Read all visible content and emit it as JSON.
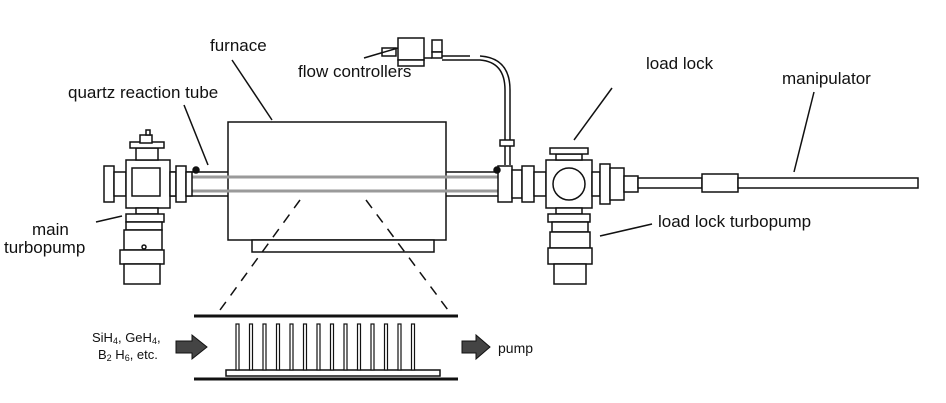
{
  "labels": {
    "furnace": "furnace",
    "flow_controllers": "flow controllers",
    "load_lock": "load lock",
    "manipulator": "manipulator",
    "quartz_tube": "quartz reaction tube",
    "main_turbopump_line1": "main",
    "main_turbopump_line2": "turbopump",
    "load_lock_turbopump": "load lock turbopump",
    "pump": "pump"
  },
  "gases": {
    "sih": "SiH",
    "sih_sub": "4",
    "geh": ", GeH",
    "geh_sub": "4",
    "geh_end": ",",
    "b": "B",
    "b_sub": "2",
    "h": " H",
    "h_sub": "6",
    "etc": ", etc."
  },
  "colors": {
    "line": "#111111",
    "tube_gray": "#9a9a9a",
    "arrow": "#444444"
  },
  "wafer_count": 14
}
